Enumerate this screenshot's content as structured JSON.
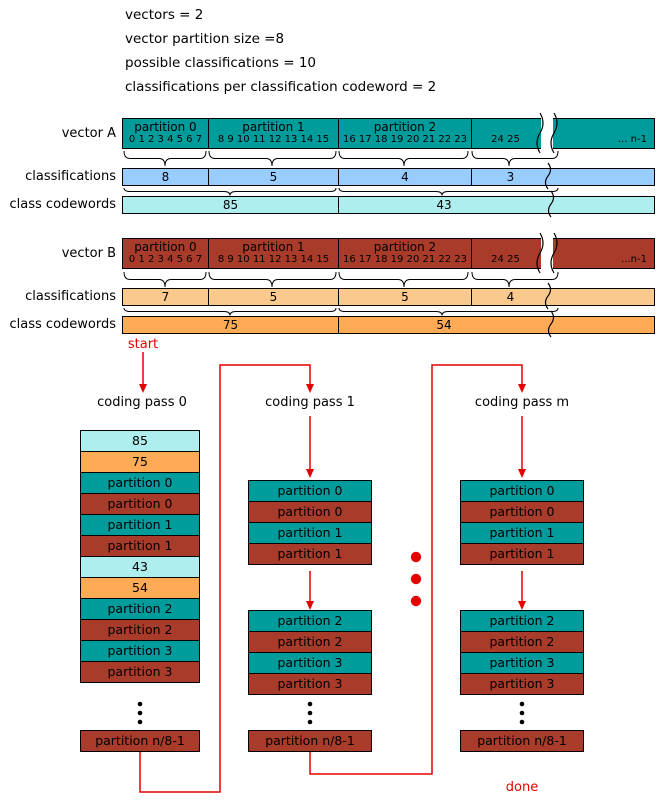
{
  "params": {
    "lines": [
      "vectors = 2",
      "vector partition size =8",
      "possible classifications = 10",
      "classifications per classification codeword = 2"
    ]
  },
  "colors": {
    "teal": "#009C9C",
    "brown": "#A93B2B",
    "light_blue": "#99CCFF",
    "pale_cyan": "#AFEEEE",
    "tan": "#FAC98E",
    "orange": "#FFAA55",
    "red": "#E60000"
  },
  "vector_a": {
    "label": "vector A",
    "bar": {
      "partitions": [
        {
          "label": "partition 0",
          "indices": "0 1 2 3 4 5 6 7"
        },
        {
          "label": "partition 1",
          "indices": "8 9 10 11 12 13 14 15"
        },
        {
          "label": "partition 2",
          "indices": "16 17 18 19 20 21 22 23"
        },
        {
          "label": "",
          "indices": "24 25"
        }
      ],
      "tail": "... n-1"
    },
    "classifications": {
      "label": "classifications",
      "values": [
        "8",
        "5",
        "4",
        "3"
      ]
    },
    "codewords": {
      "label": "class codewords",
      "values": [
        "85",
        "43"
      ]
    }
  },
  "vector_b": {
    "label": "vector B",
    "bar": {
      "partitions": [
        {
          "label": "partition 0",
          "indices": "0 1 2 3 4 5 6 7"
        },
        {
          "label": "partition 1",
          "indices": "8 9 10 11 12 13 14 15"
        },
        {
          "label": "partition 2",
          "indices": "16 17 18 19 20 21 22 23"
        },
        {
          "label": "",
          "indices": "24 25"
        }
      ],
      "tail": "...n-1"
    },
    "classifications": {
      "label": "classifications",
      "values": [
        "7",
        "5",
        "5",
        "4"
      ]
    },
    "codewords": {
      "label": "class codewords",
      "values": [
        "75",
        "54"
      ]
    }
  },
  "flow": {
    "start_label": "start",
    "done_label": "done",
    "passes": [
      {
        "label": "coding pass 0",
        "groups": [
          [
            {
              "text": "85",
              "kind": "cwA"
            },
            {
              "text": "75",
              "kind": "cwB"
            },
            {
              "text": "partition 0",
              "kind": "teal"
            },
            {
              "text": "partition 0",
              "kind": "brown"
            },
            {
              "text": "partition 1",
              "kind": "teal"
            },
            {
              "text": "partition 1",
              "kind": "brown"
            },
            {
              "text": "43",
              "kind": "cwA"
            },
            {
              "text": "54",
              "kind": "cwB"
            },
            {
              "text": "partition 2",
              "kind": "teal"
            },
            {
              "text": "partition 2",
              "kind": "brown"
            },
            {
              "text": "partition 3",
              "kind": "teal"
            },
            {
              "text": "partition 3",
              "kind": "brown"
            }
          ]
        ],
        "final": "partition n/8-1"
      },
      {
        "label": "coding pass 1",
        "groups": [
          [
            {
              "text": "partition 0",
              "kind": "teal"
            },
            {
              "text": "partition 0",
              "kind": "brown"
            },
            {
              "text": "partition 1",
              "kind": "teal"
            },
            {
              "text": "partition 1",
              "kind": "brown"
            }
          ],
          [
            {
              "text": "partition 2",
              "kind": "teal"
            },
            {
              "text": "partition 2",
              "kind": "brown"
            },
            {
              "text": "partition 3",
              "kind": "teal"
            },
            {
              "text": "partition 3",
              "kind": "brown"
            }
          ]
        ],
        "final": "partition n/8-1"
      },
      {
        "label": "coding pass m",
        "groups": [
          [
            {
              "text": "partition 0",
              "kind": "teal"
            },
            {
              "text": "partition 0",
              "kind": "brown"
            },
            {
              "text": "partition 1",
              "kind": "teal"
            },
            {
              "text": "partition 1",
              "kind": "brown"
            }
          ],
          [
            {
              "text": "partition 2",
              "kind": "teal"
            },
            {
              "text": "partition 2",
              "kind": "brown"
            },
            {
              "text": "partition 3",
              "kind": "teal"
            },
            {
              "text": "partition 3",
              "kind": "brown"
            }
          ]
        ],
        "final": "partition n/8-1"
      }
    ]
  }
}
